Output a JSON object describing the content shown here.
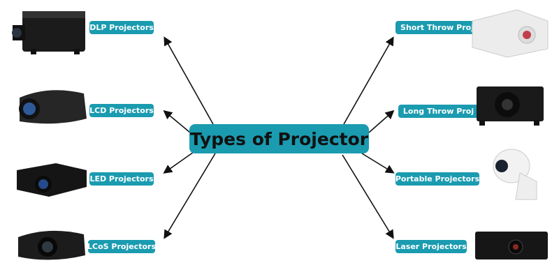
{
  "title": "Types of Projector",
  "colors": {
    "accent": "#1a9bb0",
    "label_text": "#ffffff",
    "arrow": "#111111"
  },
  "left": [
    {
      "label": "DLP Projectors",
      "image": "black-dlp-projector"
    },
    {
      "label": "LCD Projectors",
      "image": "dark-lcd-projector"
    },
    {
      "label": "LED Projectors",
      "image": "black-led-projector"
    },
    {
      "label": "LCoS Projectors",
      "image": "black-lcos-projector"
    }
  ],
  "right": [
    {
      "label": "Short Throw Proj",
      "image": "white-short-throw-projector"
    },
    {
      "label": "Long Throw Proj",
      "image": "black-long-throw-projector"
    },
    {
      "label": "Portable Projectors",
      "image": "white-portable-projector"
    },
    {
      "label": "Laser Projectors",
      "image": "black-laser-projector"
    }
  ]
}
